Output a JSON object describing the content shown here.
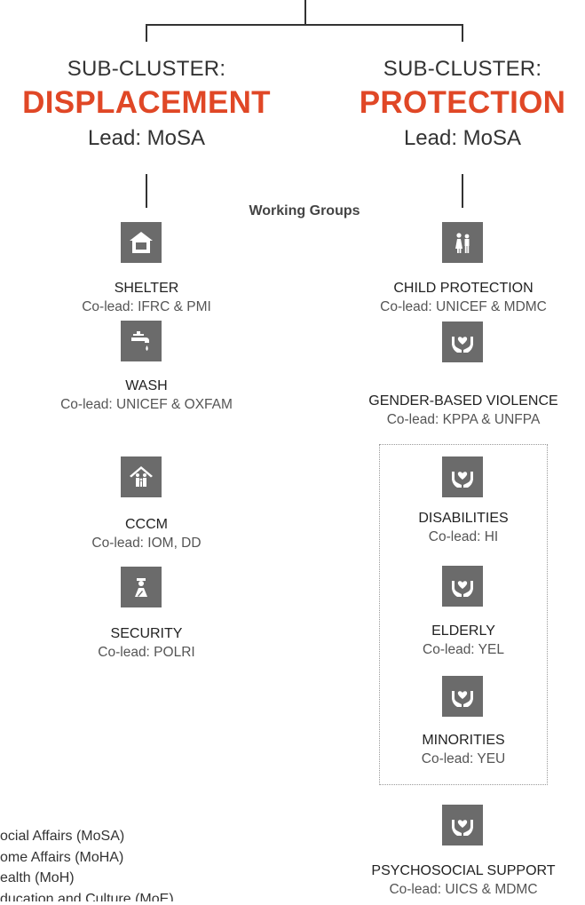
{
  "left": {
    "label": "SUB-CLUSTER:",
    "name": "DISPLACEMENT",
    "lead": "Lead: MoSA",
    "groups": [
      {
        "name": "SHELTER",
        "colead": "Co-lead: IFRC & PMI",
        "icon": "house-icon"
      },
      {
        "name": "WASH",
        "colead": "Co-lead: UNICEF & OXFAM",
        "icon": "water-tap-icon"
      },
      {
        "name": "CCCM",
        "colead": "Co-lead: IOM, DD",
        "icon": "family-shelter-icon"
      },
      {
        "name": "SECURITY",
        "colead": "Co-lead: POLRI",
        "icon": "police-officer-icon"
      }
    ]
  },
  "right": {
    "label": "SUB-CLUSTER:",
    "name": "PROTECTION",
    "lead": "Lead: MoSA",
    "groups": [
      {
        "name": "CHILD PROTECTION",
        "colead": "Co-lead: UNICEF & MDMC",
        "icon": "children-icon"
      },
      {
        "name": "GENDER-BASED VIOLENCE",
        "colead": "Co-lead: KPPA & UNFPA",
        "icon": "protection-hands-icon"
      },
      {
        "name": "DISABILITIES",
        "colead": "Co-lead: HI",
        "icon": "protection-hands-icon"
      },
      {
        "name": "ELDERLY",
        "colead": "Co-lead: YEL",
        "icon": "protection-hands-icon"
      },
      {
        "name": "MINORITIES",
        "colead": "Co-lead: YEU",
        "icon": "protection-hands-icon"
      },
      {
        "name": "PSYCHOSOCIAL SUPPORT",
        "colead": "Co-lead: UICS & MDMC",
        "icon": "protection-hands-icon"
      }
    ]
  },
  "working_groups_title": "Working Groups",
  "legend": [
    "ocial Affairs (MoSA)",
    "ome Affairs (MoHA)",
    "ealth (MoH)",
    "ducation and Culture (MoE)"
  ],
  "colors": {
    "accent": "#e04726",
    "icon_bg": "#6b6b6b",
    "line": "#333333"
  }
}
